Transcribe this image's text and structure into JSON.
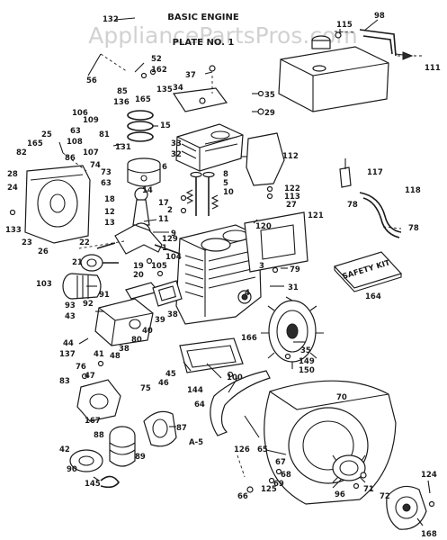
{
  "title": "BASIC ENGINE",
  "subtitle": "PLATE NO. 1",
  "watermark": "AppliancePartsPros.com",
  "plate_ref": "A-5",
  "safety_kit_label": "SAFETY KIT",
  "labels": {
    "n132": "132",
    "n98": "98",
    "n115": "115",
    "n111": "111",
    "n52": "52",
    "n162": "162",
    "n56": "56",
    "n37": "37",
    "n85": "85",
    "n135": "135",
    "n34": "34",
    "n136": "136",
    "n165": "165",
    "n35": "35",
    "n29": "29",
    "n106": "106",
    "n25": "25",
    "n109": "109",
    "n63a": "63",
    "n165b": "165",
    "n82": "82",
    "n108": "108",
    "n81": "81",
    "n131": "131",
    "n86": "86",
    "n15": "15",
    "n33": "33",
    "n32": "32",
    "n112": "112",
    "n107": "107",
    "n74": "74",
    "n73": "73",
    "n63b": "63",
    "n14": "14",
    "n6": "6",
    "n28": "28",
    "n24": "24",
    "n8": "8",
    "n5": "5",
    "n122": "122",
    "n113": "113",
    "n117": "117",
    "n118": "118",
    "n27": "27",
    "n10": "10",
    "n18": "18",
    "n17": "17",
    "n12": "12",
    "n13": "13",
    "n11": "11",
    "n9": "9",
    "n2": "2",
    "n78a": "78",
    "n120": "120",
    "n121": "121",
    "n78b": "78",
    "n133": "133",
    "n23": "23",
    "n26": "26",
    "n22": "22",
    "n129": "129",
    "n1": "1",
    "n21": "21",
    "n19": "19",
    "n20": "20",
    "n104": "104",
    "n105": "105",
    "n3": "3",
    "n79": "79",
    "n103": "103",
    "n4": "4",
    "n31": "31",
    "n164": "164",
    "n91": "91",
    "n92": "92",
    "n93": "93",
    "n43": "43",
    "n39": "39",
    "n38a": "38",
    "n166": "166",
    "n40": "40",
    "n80": "80",
    "n44": "44",
    "n137": "137",
    "n41": "41",
    "n38b": "38",
    "n48": "48",
    "n35b": "35",
    "n149": "149",
    "n150": "150",
    "n76": "76",
    "n47": "47",
    "n45": "45",
    "n46": "46",
    "n100": "100",
    "n83": "83",
    "n75": "75",
    "n144": "144",
    "n64": "64",
    "n70": "70",
    "n167": "167",
    "n87": "87",
    "n88": "88",
    "n42": "42",
    "n89": "89",
    "n90": "90",
    "n65": "65",
    "n126": "126",
    "n145": "145",
    "n67": "67",
    "n68": "68",
    "n69": "69",
    "n96": "96",
    "n71": "71",
    "n72": "72",
    "n125": "125",
    "n66": "66",
    "n124": "124",
    "n168": "168"
  }
}
